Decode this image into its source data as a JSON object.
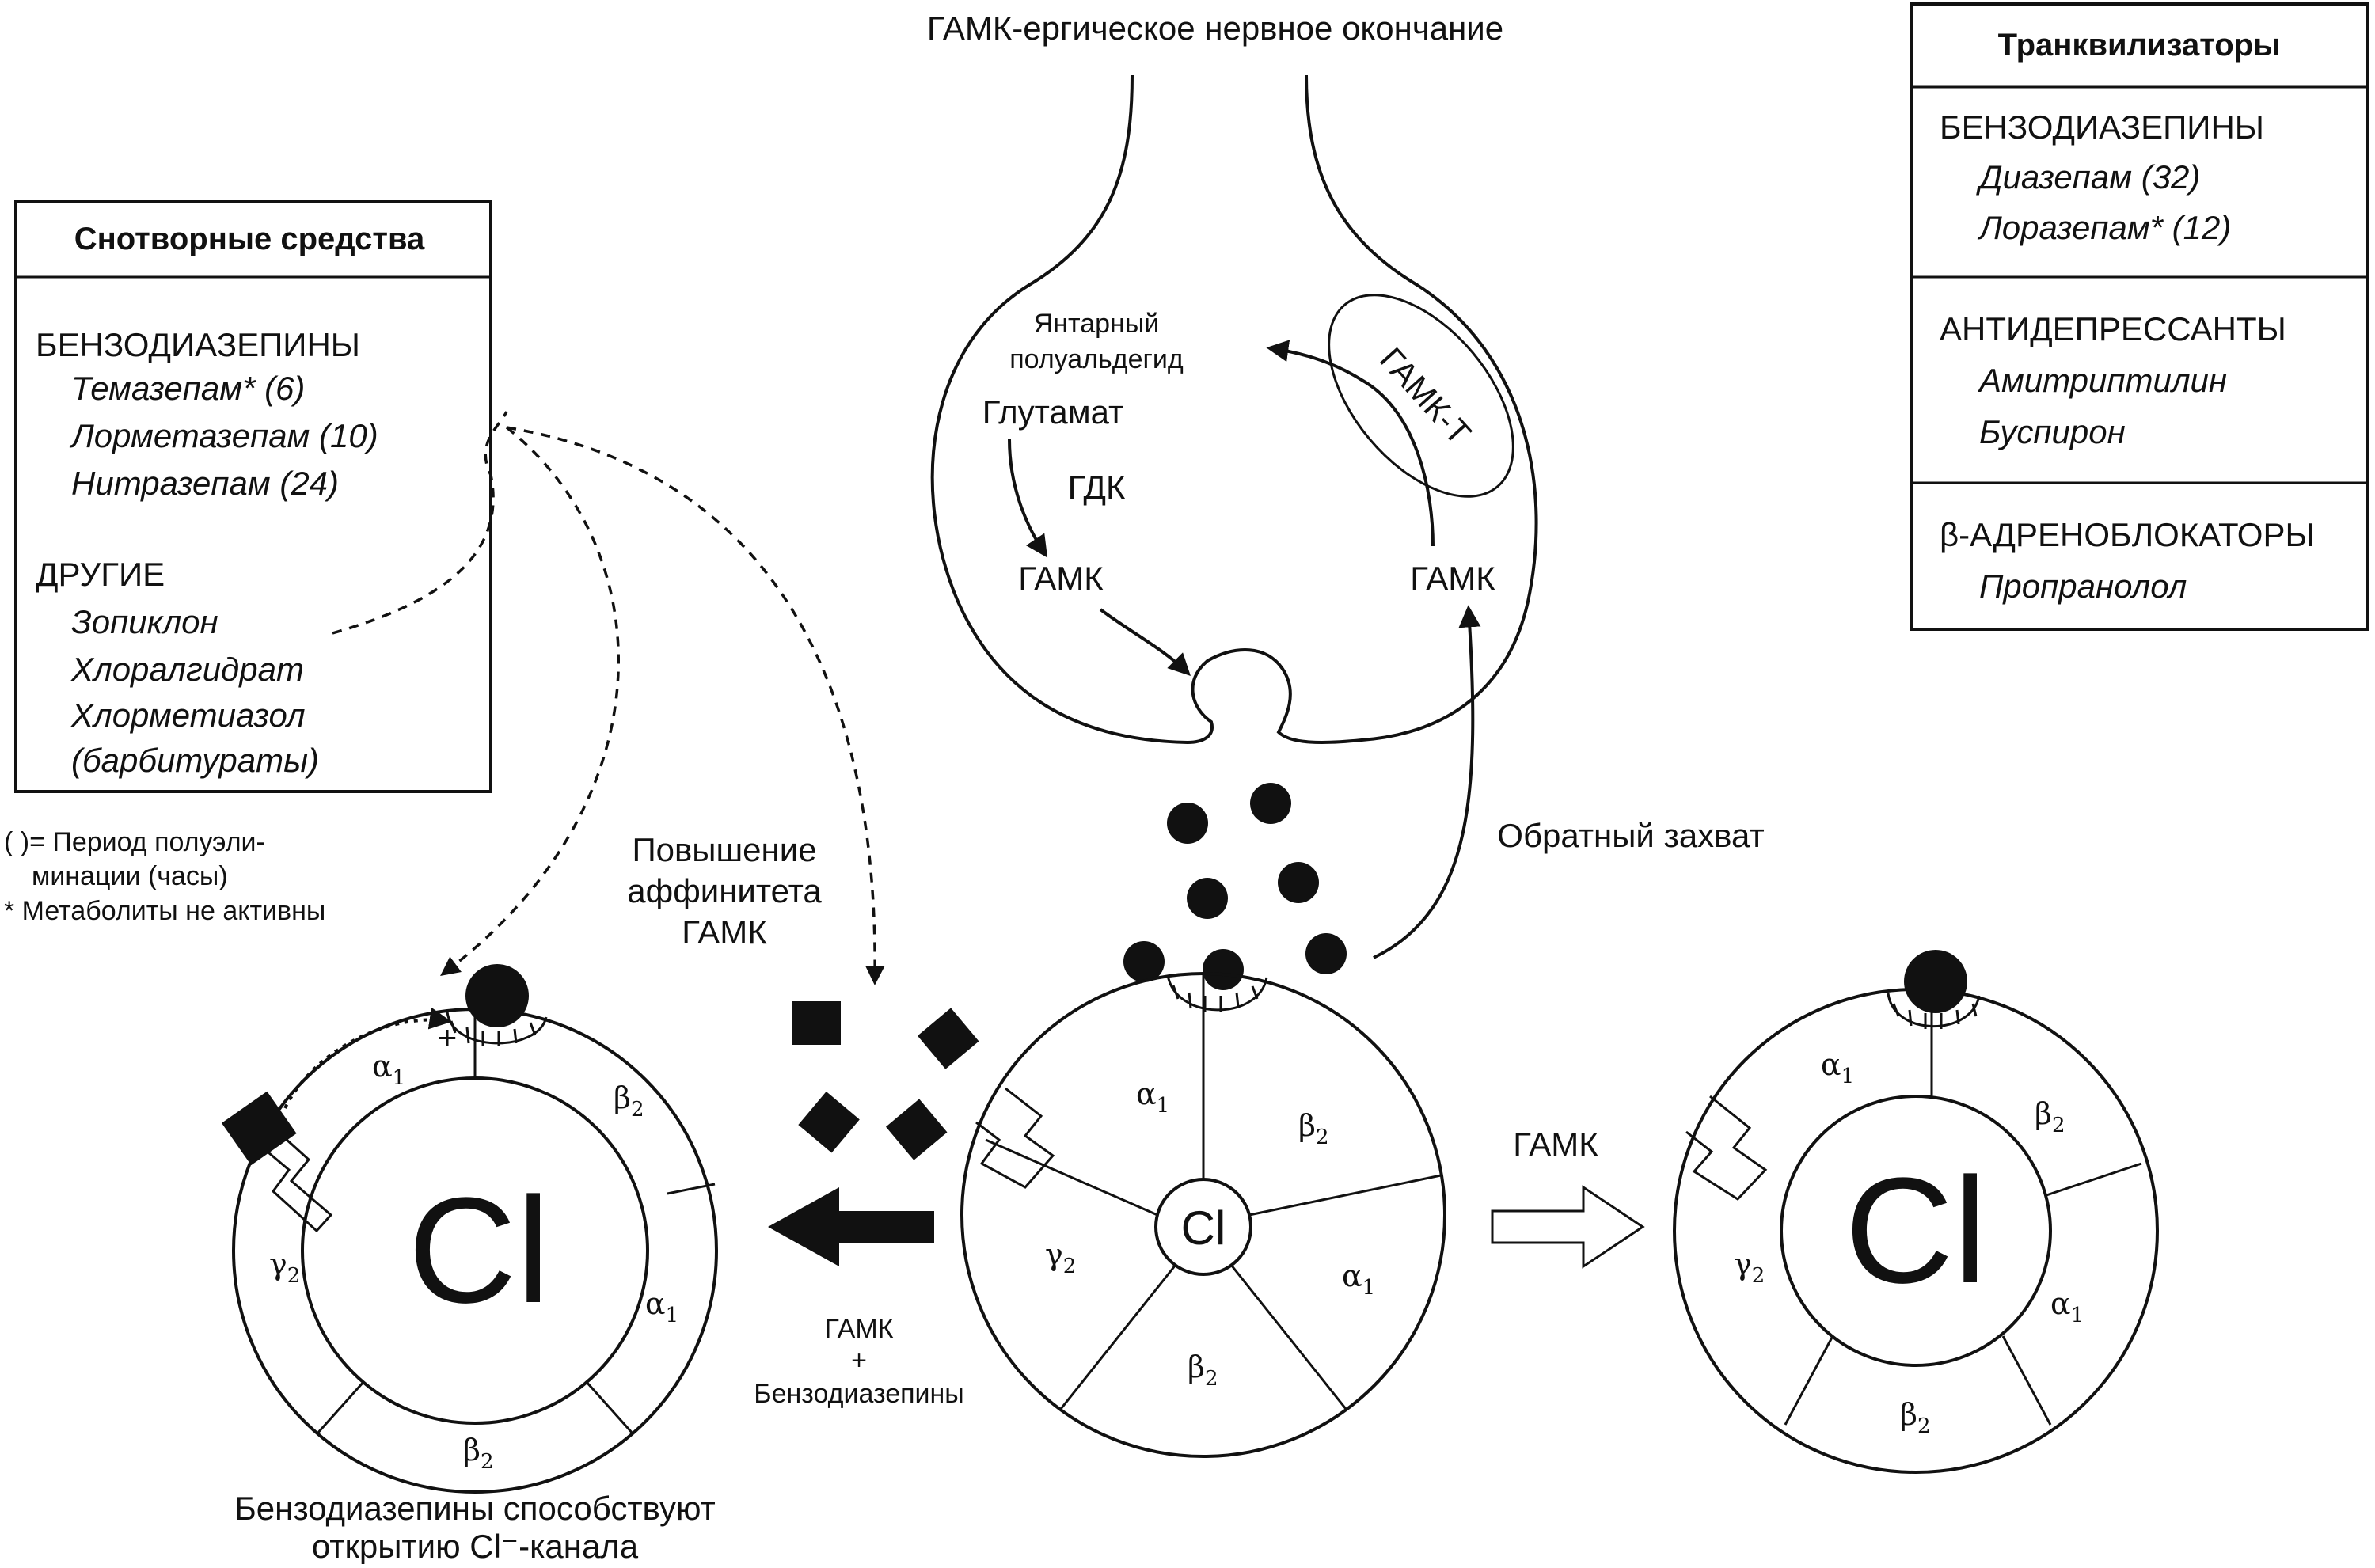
{
  "top_title": "ГАМК-ергическое нервное окончание",
  "hypnotics_box": {
    "title": "Снотворные средства",
    "group1_title": "БЕНЗОДИАЗЕПИНЫ",
    "group1_items": [
      "Темазепам* (6)",
      "Лорметазепам (10)",
      "Нитразепам (24)"
    ],
    "group2_title": "ДРУГИЕ",
    "group2_items": [
      "Зопиклон",
      "Хлоралгидрат",
      "Хлорметиазол",
      "(барбитураты)"
    ]
  },
  "legend_notes": [
    "(   )= Период полуэли-",
    "минации (часы)",
    "* Метаболиты не активны"
  ],
  "tranq_box": {
    "title": "Транквилизаторы",
    "group1_title": "БЕНЗОДИАЗЕПИНЫ",
    "group1_items": [
      "Диазепам (32)",
      "Лоразепам* (12)"
    ],
    "group2_title": "АНТИДЕПРЕССАНТЫ",
    "group2_items": [
      "Амитриптилин",
      "Буспирон"
    ],
    "group3_title": "β-АДРЕНОБЛОКАТОРЫ",
    "group3_items": [
      "Пропранолол"
    ]
  },
  "terminal": {
    "succinic_line1": "Янтарный",
    "succinic_line2": "полуальдегид",
    "glutamate": "Глутамат",
    "gdk": "ГДК",
    "gaba_left": "ГАМК",
    "gaba_right": "ГАМК",
    "gaba_t": "ГАМК-Т"
  },
  "reuptake": "Обратный захват",
  "affinity": [
    "Повышение",
    "аффинитета",
    "ГАМК"
  ],
  "gaba_plus_bz": [
    "ГАМК",
    "+",
    "Бензодиазепины"
  ],
  "gaba_arrow_label": "ГАМК",
  "bottom_caption": [
    "Бензодиазепины способствуют",
    "открытию Cl⁻-канала"
  ],
  "subunits": {
    "alpha": "α",
    "beta": "β",
    "gamma": "γ",
    "sub1": "1",
    "sub2": "2"
  },
  "cl_label": "Cl",
  "plus": "+"
}
